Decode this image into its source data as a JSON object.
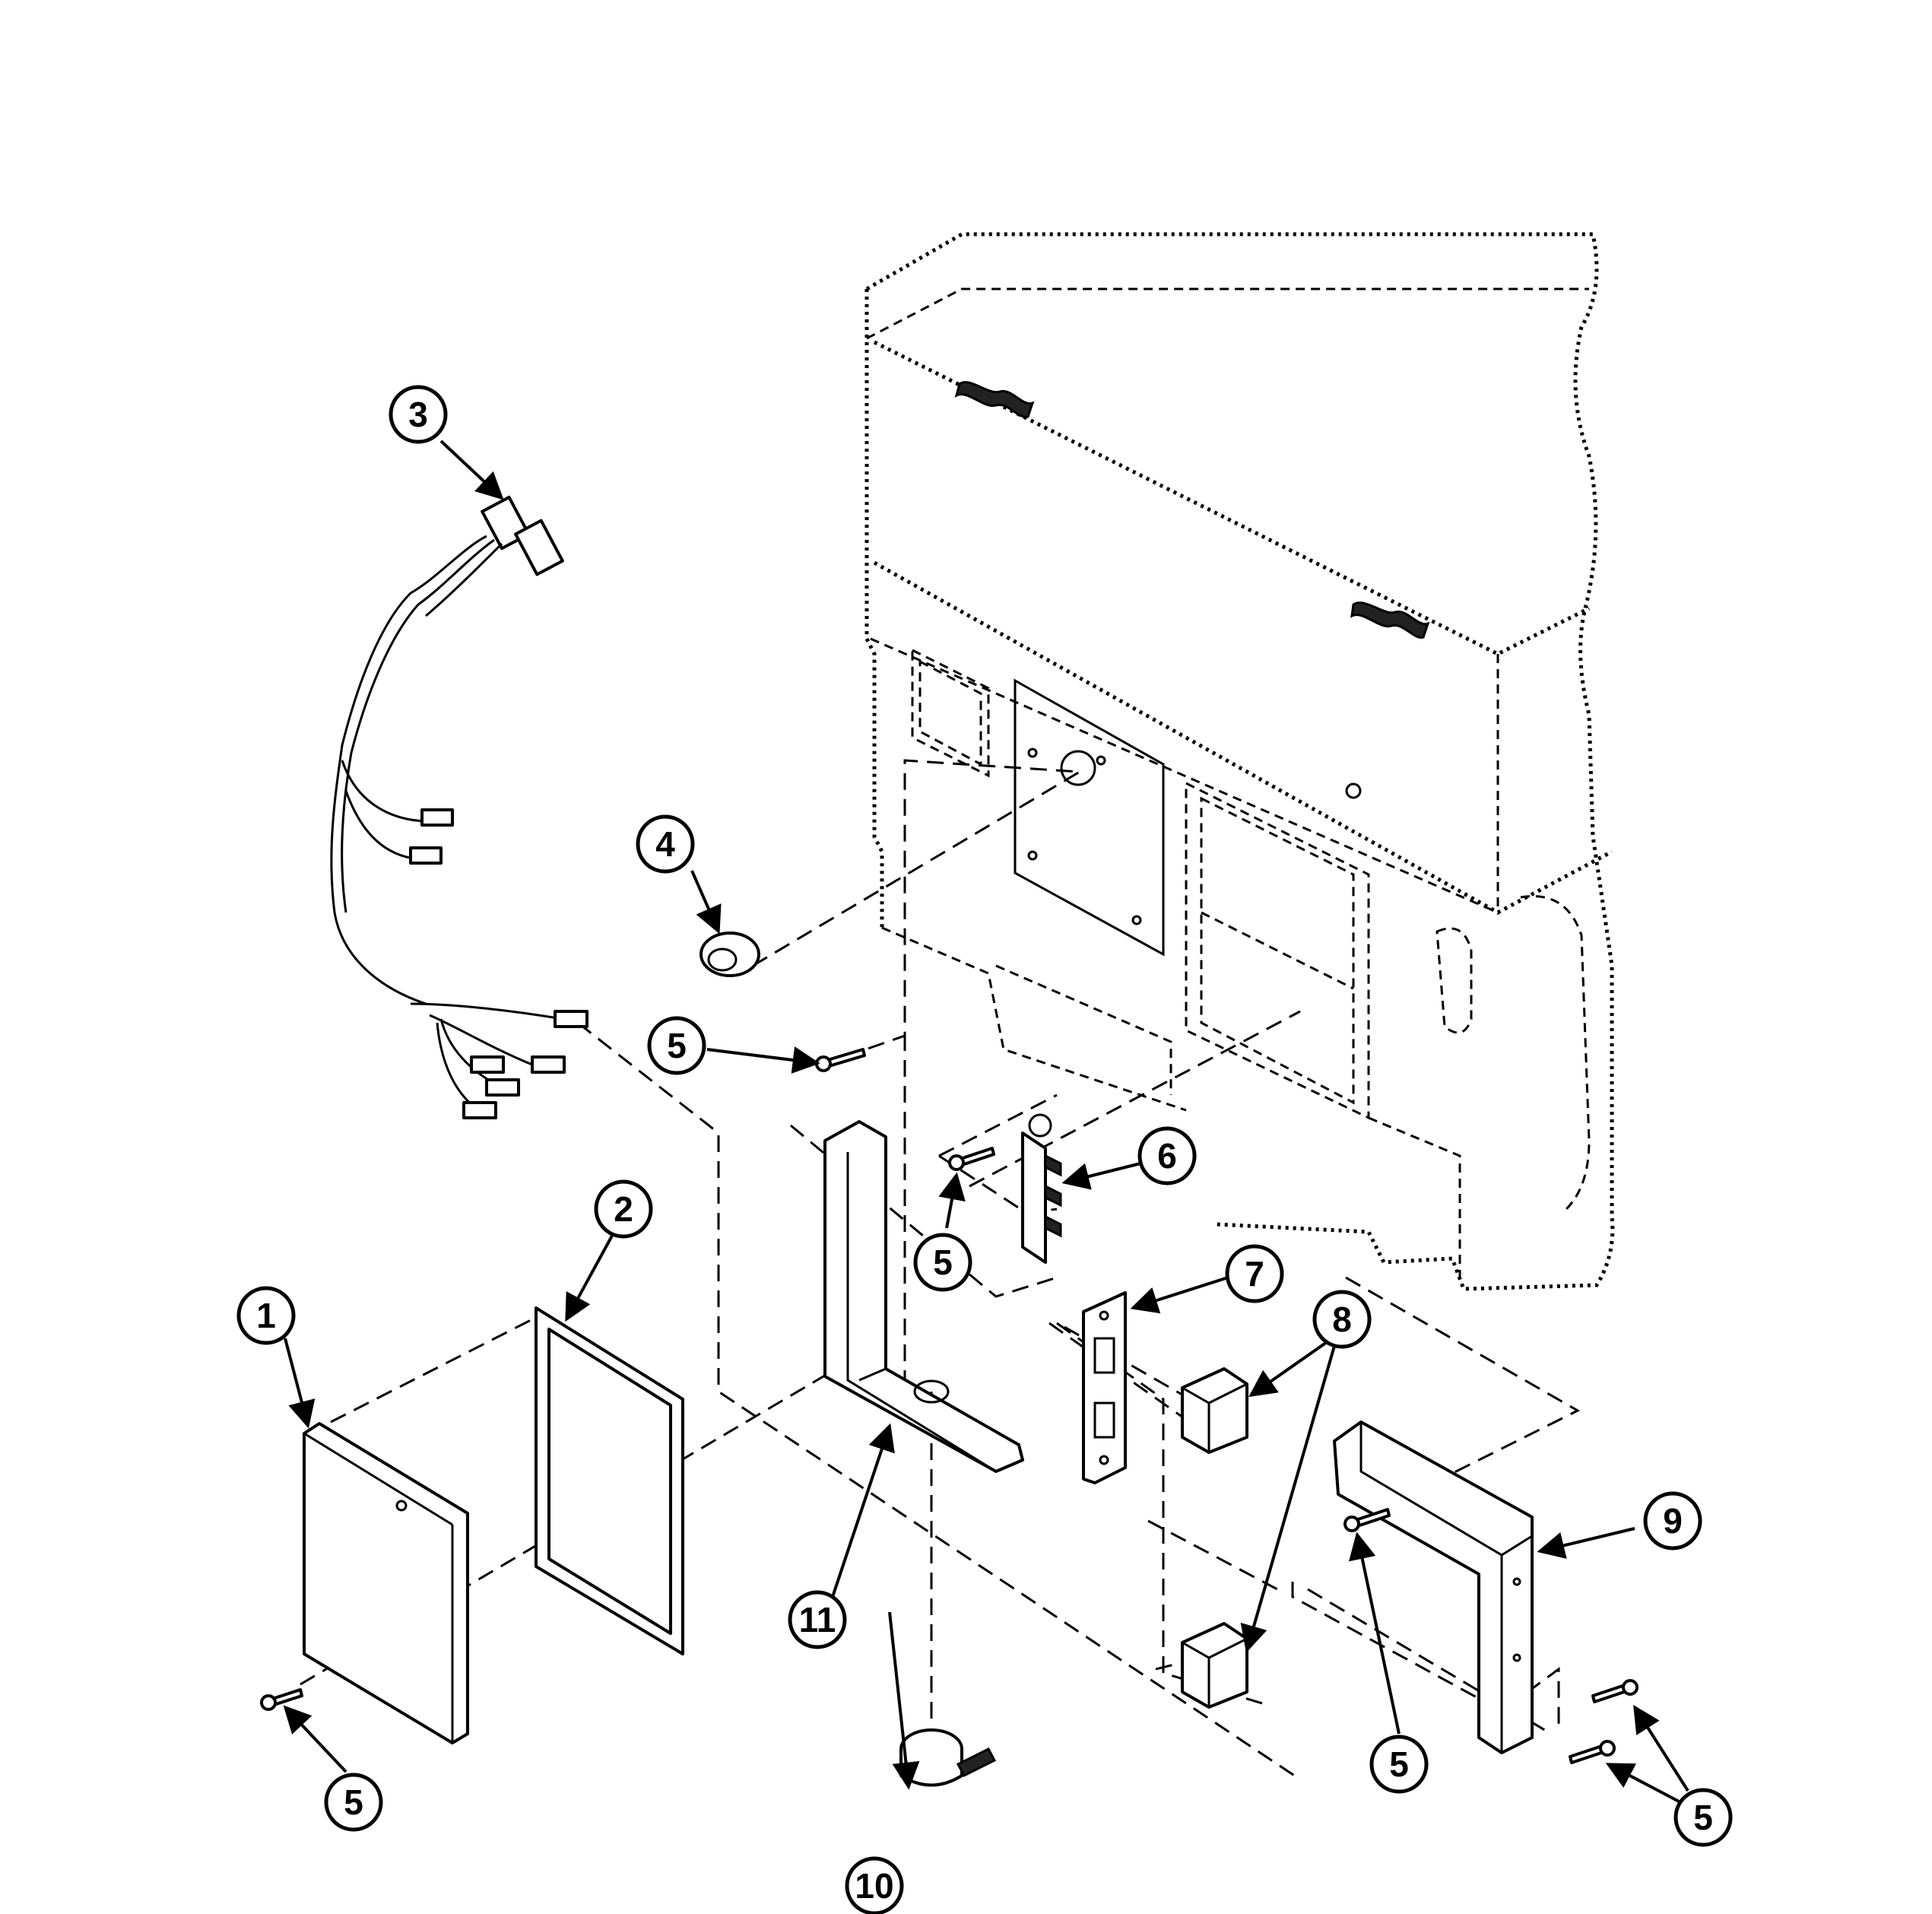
{
  "callouts": {
    "c1": {
      "label": "1"
    },
    "c2": {
      "label": "2"
    },
    "c3": {
      "label": "3"
    },
    "c4": {
      "label": "4"
    },
    "c5a": {
      "label": "5"
    },
    "c5b": {
      "label": "5"
    },
    "c5c": {
      "label": "5"
    },
    "c5d": {
      "label": "5"
    },
    "c5e": {
      "label": "5"
    },
    "c6": {
      "label": "6"
    },
    "c7": {
      "label": "7"
    },
    "c8": {
      "label": "8"
    },
    "c9": {
      "label": "9"
    },
    "c10": {
      "label": "10"
    },
    "c11": {
      "label": "11"
    }
  }
}
